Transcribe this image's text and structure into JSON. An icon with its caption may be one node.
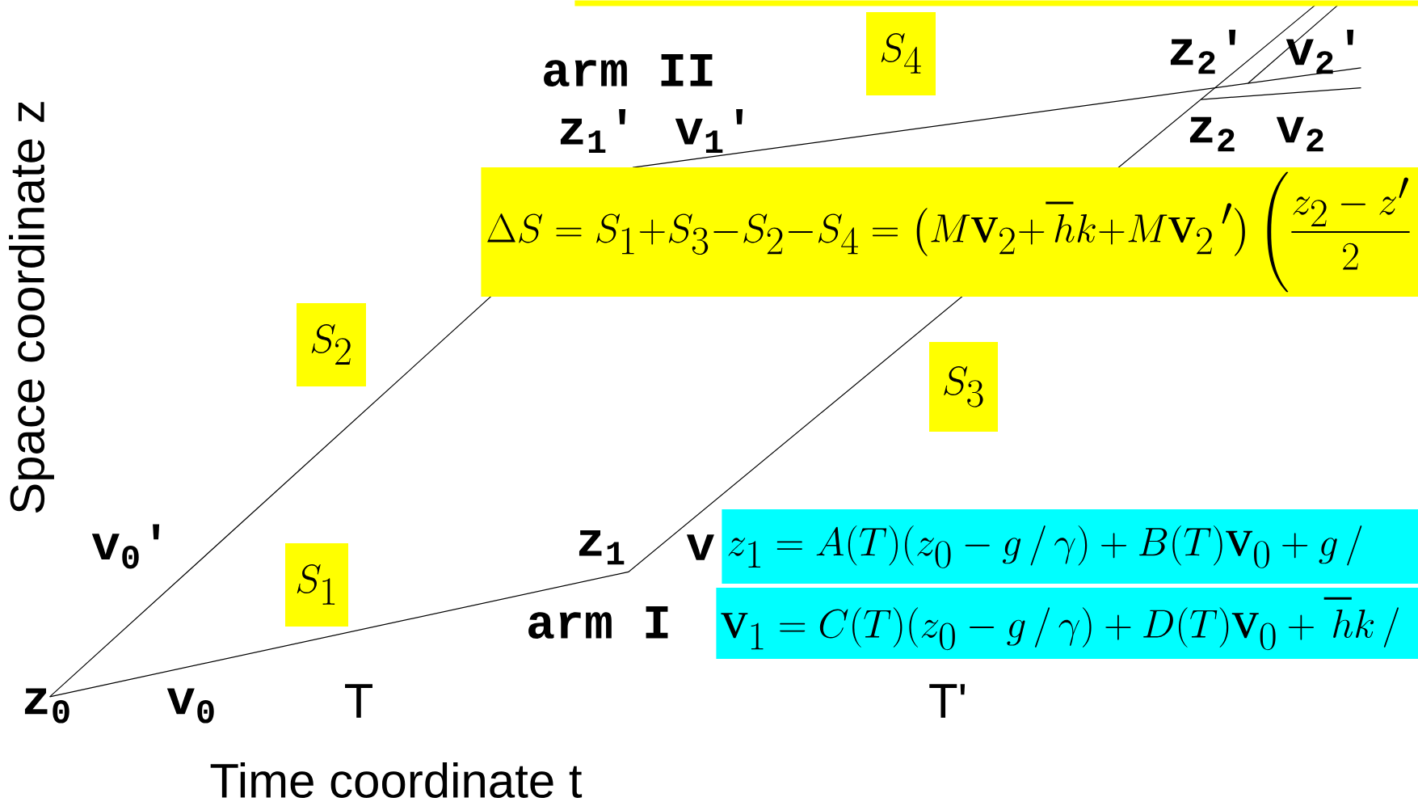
{
  "diagram": {
    "nodes": [
      {
        "text": [],
        "shape": "box"
      },
      {
        "text": [
          "S_4"
        ]
      },
      {
        "text": [
          "\\Delta S = S_1 + S_3 - S_2 - S_4 = \\big(M\\text{v}_2 + \\hbar k + M\\text{v}_2\\,'\\big)\\left(\\frac{z_2 - z'}{2}\\right."
        ]
      },
      {
        "text": [
          "S_2"
        ]
      },
      {
        "text": [
          "S_3"
        ]
      },
      {
        "text": [
          "z_1 = A(T)(z_0 - g\\,/\\,\\gamma) + B(T)\\text{v}_0 + g\\,/"
        ]
      },
      {
        "text": [
          "S_1"
        ]
      },
      {
        "text": [
          "\\text{v}_1 = C(T)(z_0 - g\\,/\\,\\gamma) + D(T)\\text{v}_0 + \\hbar k\\,/"
        ]
      }
    ],
    "labels": [
      "arm II",
      "z$_{2}$'",
      "v$_{2}$'",
      "z$_{1}$'",
      "v$_{1}$'",
      "z$_{2}$",
      "v$_{2}$",
      "Space coordinate z",
      "v$_{0}$'",
      "z$_{1}$",
      "v",
      "arm I",
      "z$_{0}$",
      "v$_{0}$",
      "T",
      "T'",
      "Time coordinate t"
    ]
  }
}
